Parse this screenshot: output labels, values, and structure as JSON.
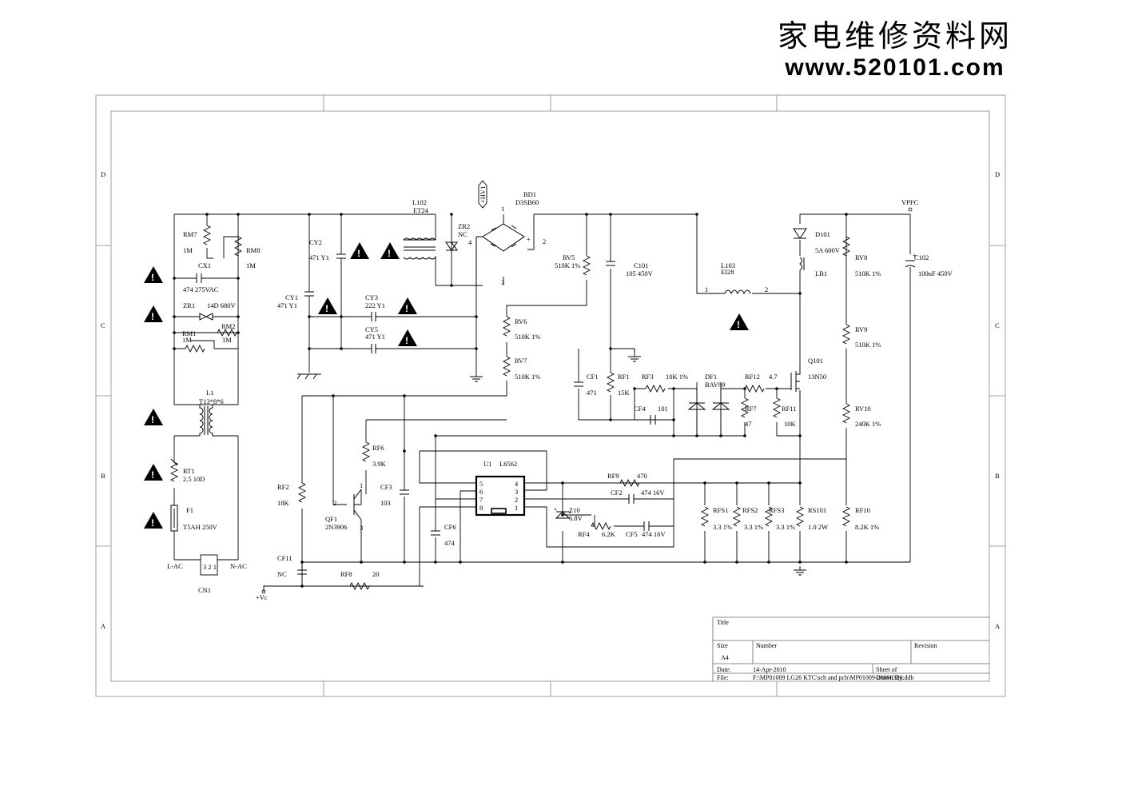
{
  "watermark": {
    "title": "家电维修资料网",
    "url": "www.520101.com"
  },
  "border": {
    "rows": [
      "D",
      "C",
      "B",
      "A"
    ]
  },
  "components": {
    "RM7": [
      "RM7",
      "1M"
    ],
    "RM8": [
      "RM8",
      "1M"
    ],
    "CX1": [
      "CX1",
      "474 275VAC"
    ],
    "ZR1": [
      "ZR1",
      "14D 680V"
    ],
    "RM1": [
      "RM1",
      "1M"
    ],
    "RM2": [
      "RM2",
      "1M"
    ],
    "L1": [
      "L1",
      "T13*8*6"
    ],
    "RT1": [
      "RT1",
      "2.5  10D"
    ],
    "F1": [
      "F1",
      "T5AH 250V"
    ],
    "CN1": {
      "ref": "CN1",
      "lac": "L-AC",
      "nac": "N-AC",
      "pins": "3 2 1"
    },
    "CY2": [
      "CY2",
      "471 Y1"
    ],
    "CY1": [
      "CY1",
      "471 Y1"
    ],
    "CY3": [
      "CY3",
      "222 Y1"
    ],
    "CY5": [
      "CY5",
      "471 Y1"
    ],
    "L102": [
      "L102",
      "ET24"
    ],
    "ZR2": [
      "ZR2",
      "NC"
    ],
    "HV1": "+HV1",
    "BD1": [
      "BD1",
      "D3SB60"
    ],
    "RV5": [
      "RV5",
      "510K  1%"
    ],
    "RV6": [
      "RV6",
      "510K  1%"
    ],
    "RV7": [
      "RV7",
      "510K  1%"
    ],
    "C101": [
      "C101",
      "105 450V"
    ],
    "L103": [
      "L103",
      "EI28"
    ],
    "D101": [
      "D101",
      "5A 600V"
    ],
    "LB1": "LB1",
    "VPFC": "VPFC",
    "C102": [
      "C102",
      "100uF 450V"
    ],
    "RV8": [
      "RV8",
      "510K 1%"
    ],
    "RV9": [
      "RV9",
      "510K 1%"
    ],
    "RV10": [
      "RV10",
      "240K 1%"
    ],
    "RF10": [
      "RF10",
      "8.2K 1%"
    ],
    "Q101": [
      "Q101",
      "13N50"
    ],
    "CF1": [
      "CF1",
      "471"
    ],
    "RF1": [
      "RF1",
      "15K"
    ],
    "RF3": [
      "RF3",
      "10K  1%"
    ],
    "CF4": [
      "CF4",
      "101"
    ],
    "DF1": [
      "DF1",
      "BAV99"
    ],
    "RF12": [
      "RF12",
      "4.7"
    ],
    "RF7": [
      "RF7",
      "47"
    ],
    "RF11": [
      "RF11",
      "10K"
    ],
    "RF6": [
      "RF6",
      "3.9K"
    ],
    "RF2": [
      "RF2",
      "18K"
    ],
    "QF1": [
      "QF1",
      "2N3906"
    ],
    "CF3": [
      "CF3",
      "103"
    ],
    "U1": [
      "U1",
      "L6562"
    ],
    "RF9": [
      "RF9",
      "470"
    ],
    "CF2": [
      "CF2",
      "474 16V"
    ],
    "Z10": [
      "Z10",
      "6.8V"
    ],
    "RF4": [
      "RF4",
      "6.2K"
    ],
    "CF5": [
      "CF5",
      "474 16V"
    ],
    "CF6": [
      "CF6",
      "474"
    ],
    "RFS1": [
      "RFS1",
      "3.3 1%"
    ],
    "RFS2": [
      "RFS2",
      "3.3 1%"
    ],
    "RFS3": [
      "RFS3",
      "3.3 1%"
    ],
    "RS101": [
      "RS101",
      "1.0 2W"
    ],
    "CF11": [
      "CF11",
      "NC"
    ],
    "RF8": [
      "RF8",
      "20"
    ],
    "VC": "+Vc"
  },
  "pins": {
    "u1_left": [
      "5",
      "6",
      "7",
      "8"
    ],
    "u1_right": [
      "4",
      "3",
      "2",
      "1"
    ],
    "bd1": [
      "1",
      "2",
      "3",
      "4"
    ],
    "qf1": [
      "1",
      "2",
      "3"
    ],
    "l103": [
      "1",
      "2"
    ]
  },
  "title_block": {
    "title_label": "Title",
    "size_label": "Size",
    "size": "A4",
    "number_label": "Number",
    "revision_label": "Revision",
    "date_label": "Date:",
    "date": "14-Apr-2010",
    "sheet_label": "Sheet    of",
    "file_label": "File:",
    "file": "F:\\MP01009 LG26 KTC\\sch and pcb\\MP01009-20090326.ddb",
    "drawn_by": "Drawn By:"
  },
  "warning_glyph": "!"
}
